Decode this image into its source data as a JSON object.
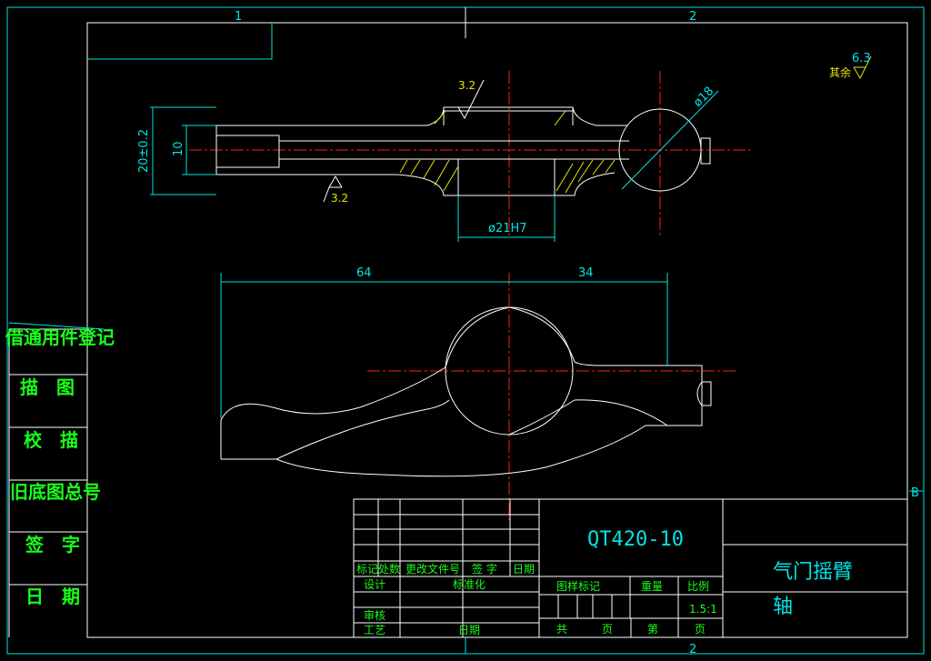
{
  "drawing": {
    "zone_labels": {
      "top_1": "1",
      "top_2": "2",
      "bottom_2": "2",
      "right_b": "B"
    },
    "roughness_general": {
      "label": "其余",
      "value": "6.3"
    },
    "roughness_top": "3.2",
    "roughness_bottom": "3.2",
    "dimensions": {
      "dia_18": "ø18",
      "height_20": "20±0.2",
      "height_10": "10",
      "bore": "ø21H7",
      "len_64": "64",
      "len_34": "34"
    },
    "side_table": [
      "借通用件登记",
      "描　图",
      "校　描",
      "旧底图总号",
      "签　字",
      "日　期"
    ],
    "title_block": {
      "material": "QT420-10",
      "part_name_line1": "气门摇臂",
      "part_name_line2": "轴",
      "rev_headers": [
        "标记",
        "处数",
        "更改文件号",
        "签 字",
        "日期"
      ],
      "design": "设计",
      "standardize": "标准化",
      "review": "审核",
      "process": "工艺",
      "date": "日期",
      "stage_mark": "图样标记",
      "weight": "重量",
      "scale_label": "比例",
      "scale_value": "1.5:1",
      "total": "共",
      "sheet": "页",
      "page_no": "第",
      "page": "页"
    }
  },
  "colors": {
    "background": "#000000",
    "outline": "#ffffff",
    "dimension": "#00e5e5",
    "centerline": "#ff1a1a",
    "hatch": "#e6e600",
    "table_text": "#19ff19"
  }
}
